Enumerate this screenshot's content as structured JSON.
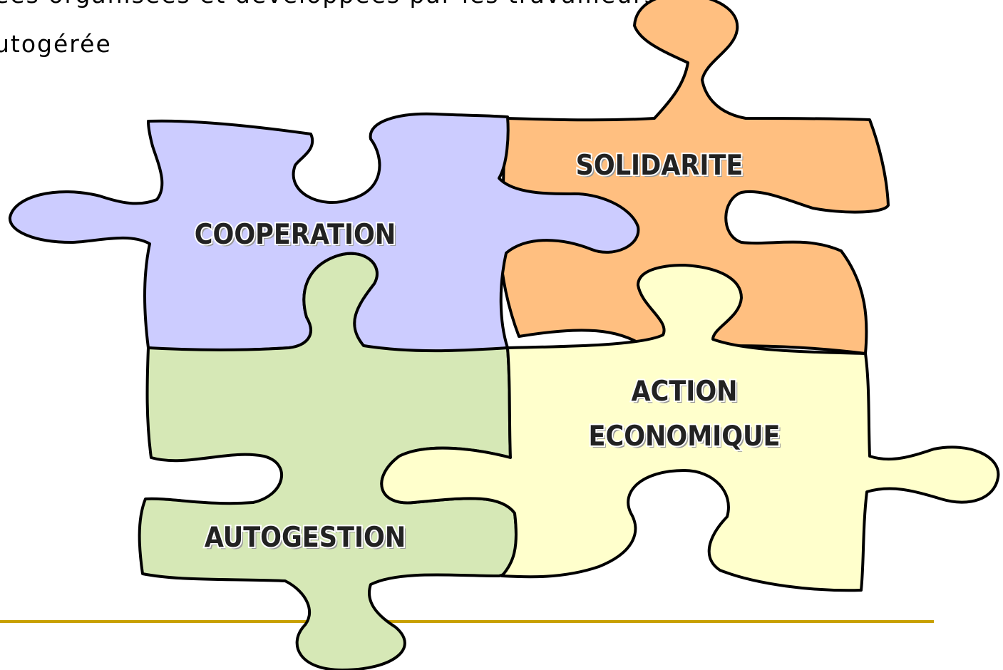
{
  "intro": {
    "line1": "ées organisées et développées par les travailleurs",
    "line2": "utogérée"
  },
  "pieces": {
    "cooperation": {
      "label": "COOPERATION",
      "color": "#CCCCFF"
    },
    "solidarite": {
      "label": "SOLIDARITE",
      "color": "#FFBF80"
    },
    "autogestion": {
      "label": "AUTOGESTION",
      "color": "#D6E8B6"
    },
    "action": {
      "line1": "ACTION",
      "line2": "ECONOMIQUE",
      "color": "#FFFFCC"
    }
  },
  "colors": {
    "outline": "#000000",
    "rule": "#C8A000"
  }
}
